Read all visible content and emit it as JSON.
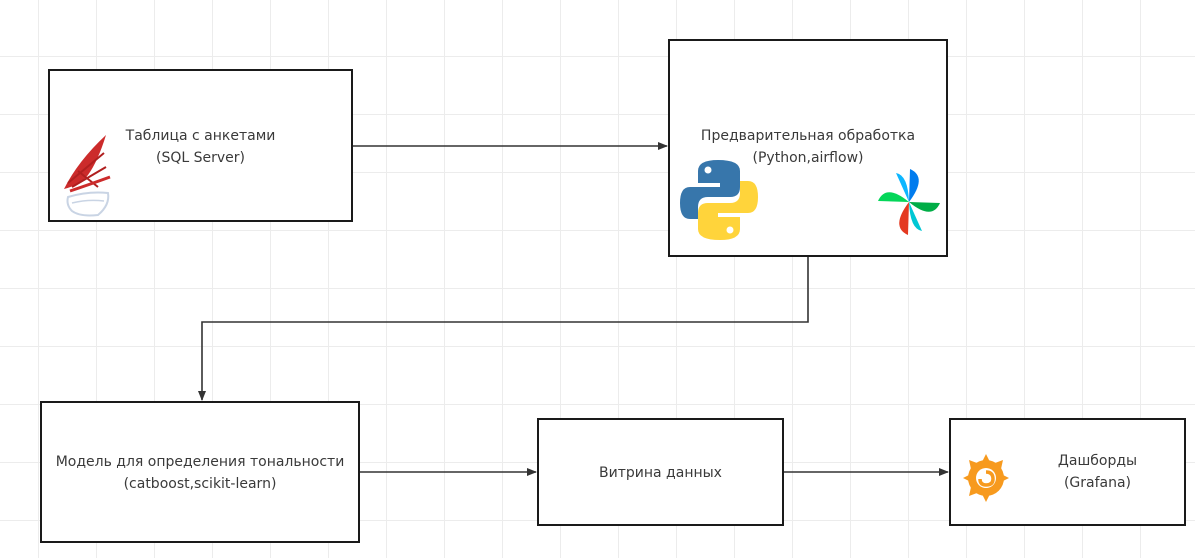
{
  "nodes": {
    "survey_table": {
      "title": "Таблица с анкетами",
      "subtitle": "(SQL Server)",
      "icon": "sql-server-icon"
    },
    "preprocessing": {
      "title": "Предварительная обработка",
      "subtitle": "(Python,airflow)",
      "icons": [
        "python-icon",
        "airflow-icon"
      ]
    },
    "sentiment_model": {
      "title": "Модель для определения тональности",
      "subtitle": "(catboost,scikit-learn)"
    },
    "data_mart": {
      "title": "Витрина данных"
    },
    "dashboards": {
      "title": "Дашборды",
      "subtitle": "(Grafana)",
      "icon": "grafana-icon"
    }
  },
  "edges": [
    {
      "from": "survey_table",
      "to": "preprocessing"
    },
    {
      "from": "preprocessing",
      "to": "sentiment_model"
    },
    {
      "from": "sentiment_model",
      "to": "data_mart"
    },
    {
      "from": "data_mart",
      "to": "dashboards"
    }
  ],
  "colors": {
    "border": "#1a1a1a",
    "text": "#3a3a3a",
    "sql_red": "#cc2b2b",
    "python_blue": "#3776ab",
    "python_yellow": "#ffd43b",
    "grafana_orange": "#f79a1e"
  }
}
